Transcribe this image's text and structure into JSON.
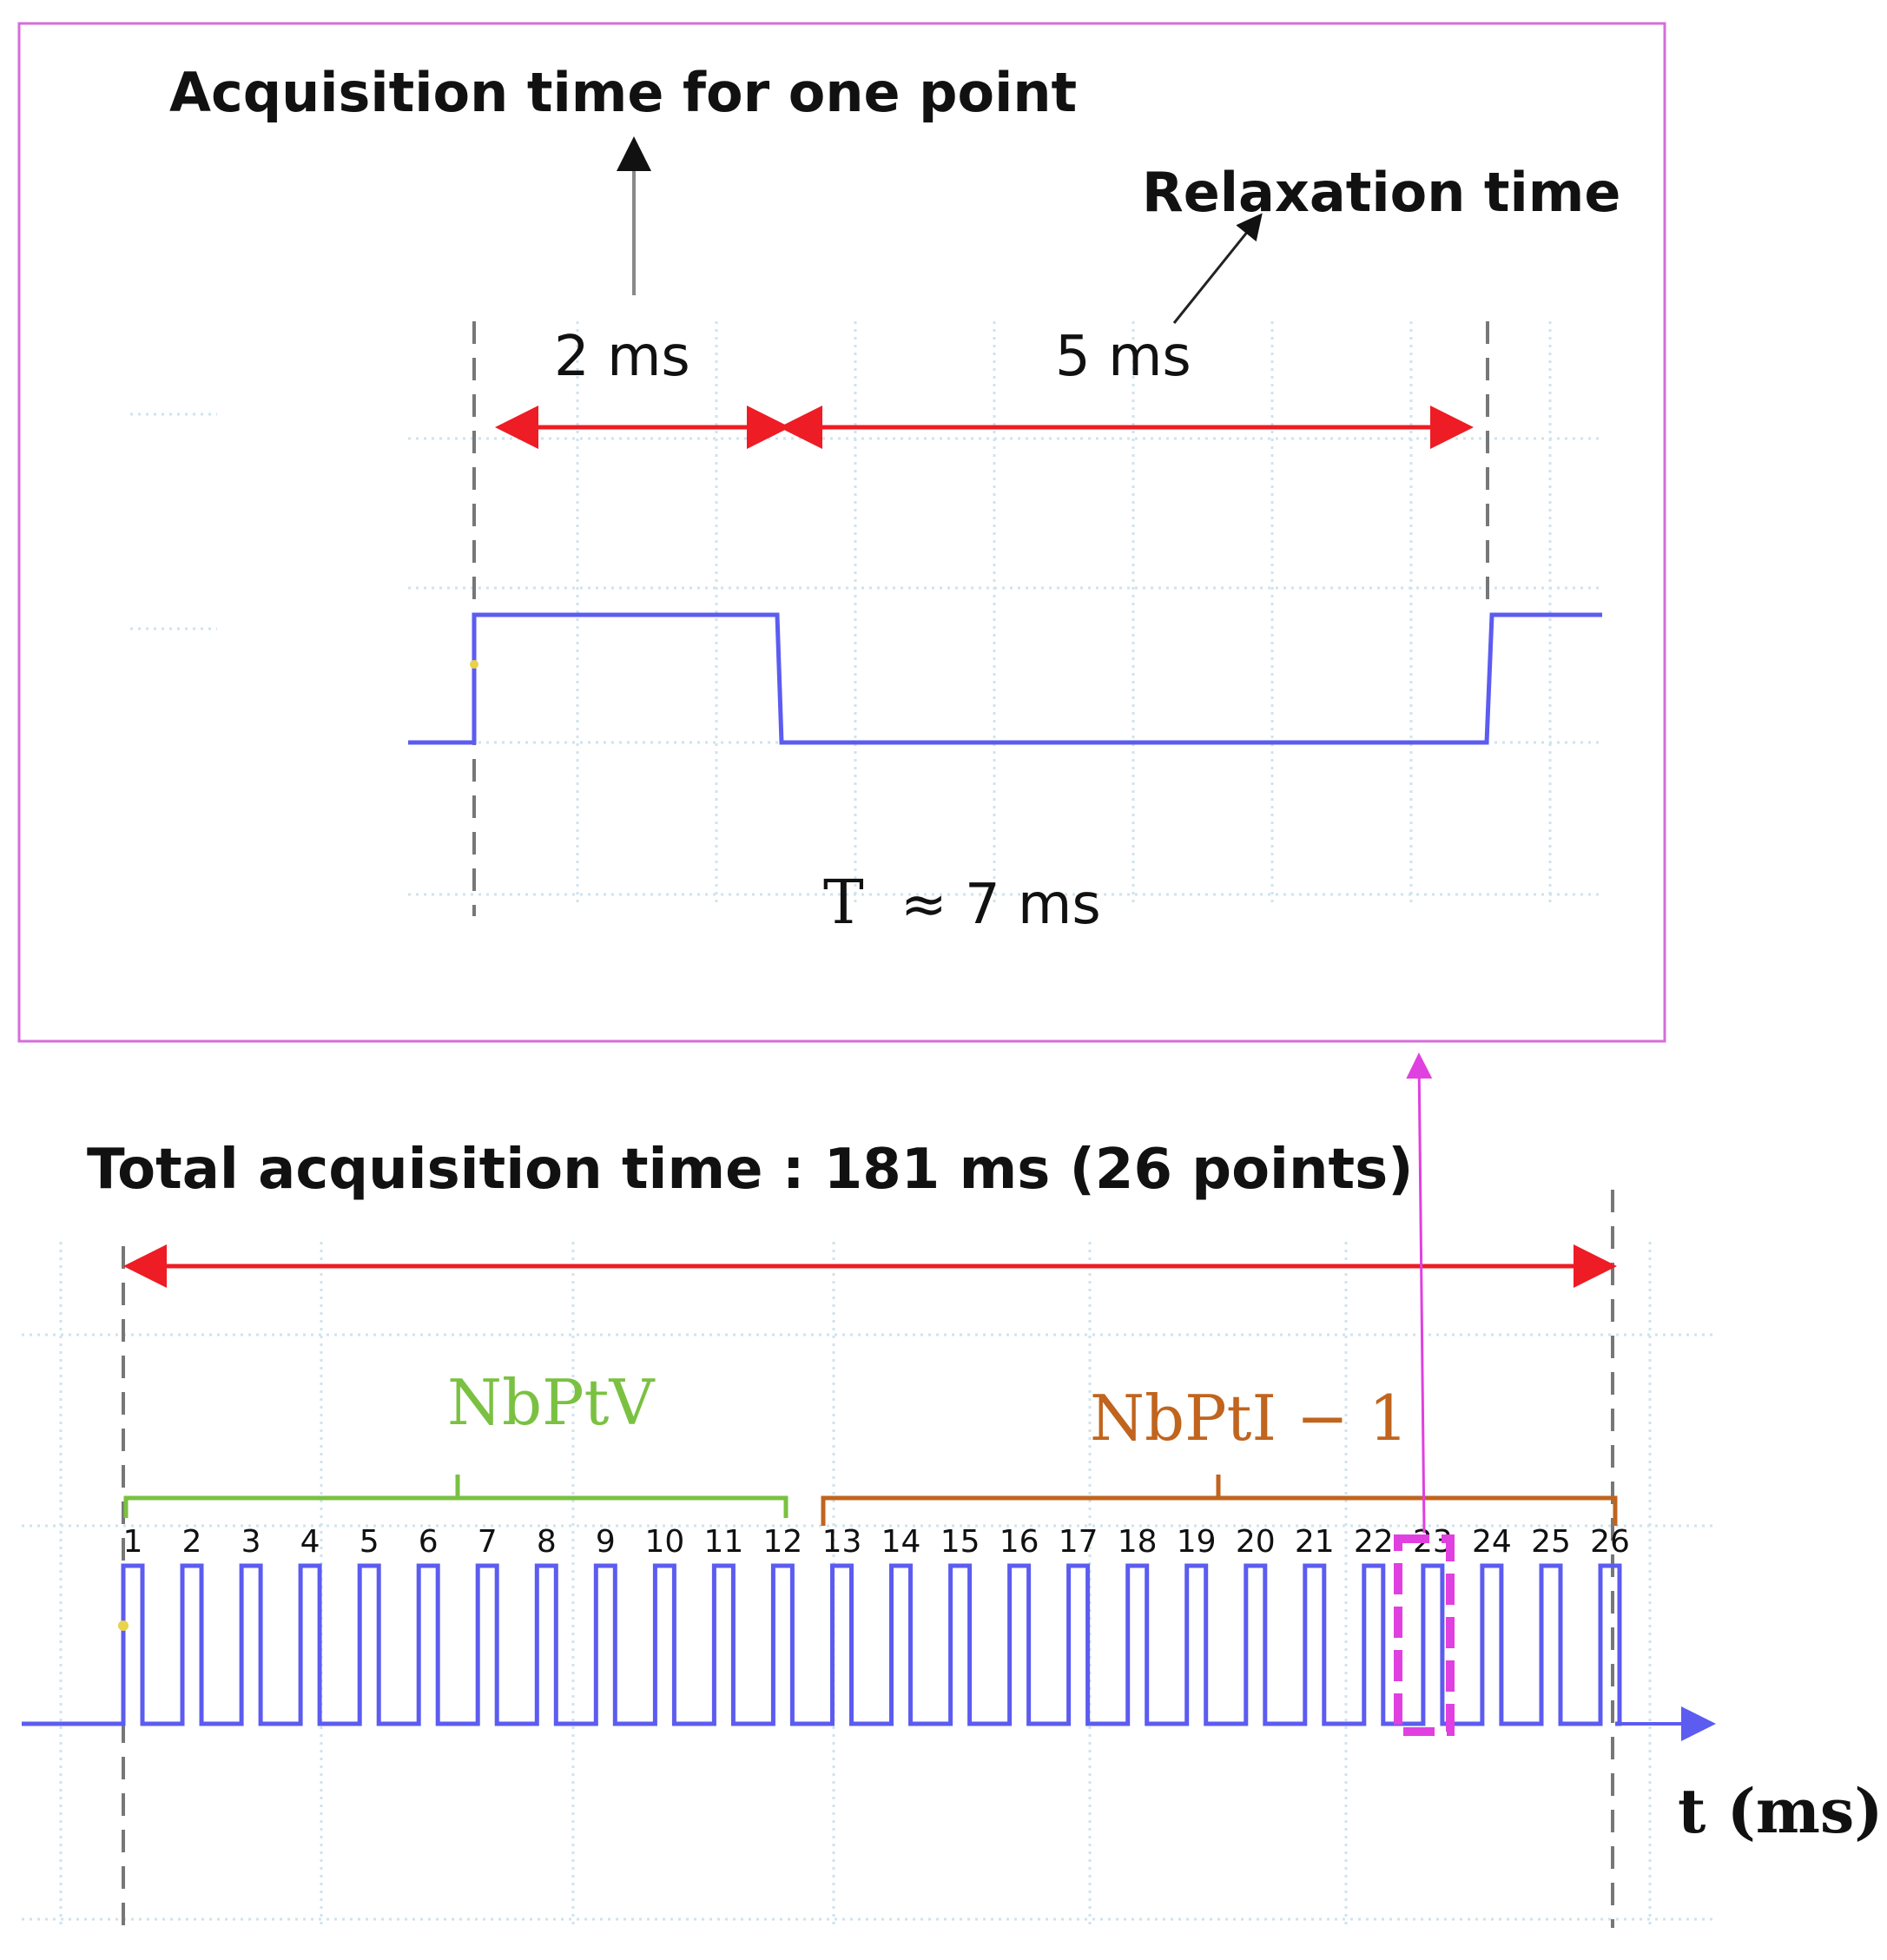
{
  "top_panel": {
    "title": "Acquisition time for one point",
    "relaxation_label": "Relaxation time",
    "on_duration": "2 ms",
    "off_duration": "5 ms",
    "period_symbol": "T",
    "period_value": "≈ 7 ms"
  },
  "bottom_panel": {
    "total_label": "Total acquisition time : 181 ms (26 points)",
    "group_v_label": "NbPtV",
    "group_i_label": "NbPtI − 1",
    "axis_label": "t (ms)",
    "pulse_labels": [
      "1",
      "2",
      "3",
      "4",
      "5",
      "6",
      "7",
      "8",
      "9",
      "10",
      "11",
      "12",
      "13",
      "14",
      "15",
      "16",
      "17",
      "18",
      "19",
      "20",
      "21",
      "22",
      "23",
      "24",
      "25",
      "26"
    ],
    "highlighted_pulse": 23
  },
  "colors": {
    "signal": "#5c5cf0",
    "arrow_red": "#ee1c24",
    "frame_magenta": "#d66ed8",
    "highlight_magenta": "#e040e0",
    "group_v_green": "#7ac142",
    "group_i_brown": "#c0641e"
  }
}
